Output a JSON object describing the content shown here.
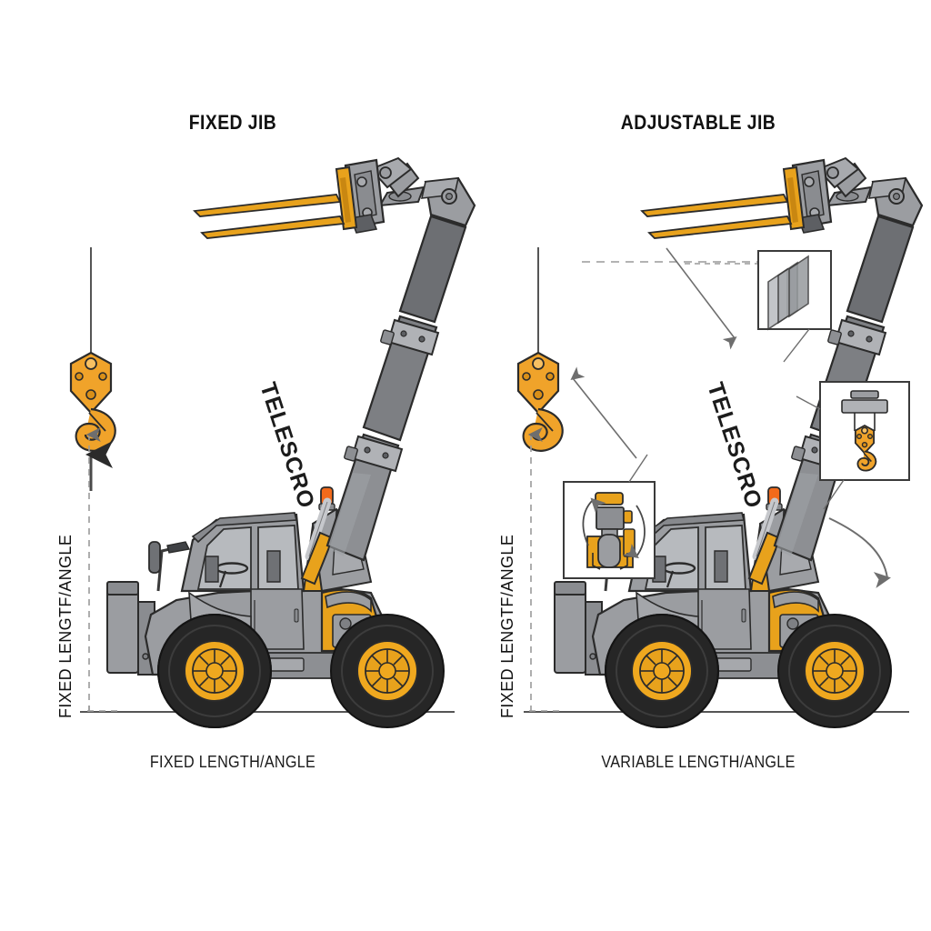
{
  "diagram": {
    "background": "#ffffff",
    "ground_line_color": "#555555",
    "panels": [
      {
        "id": "fixed-jib",
        "title": "FIXED JIB",
        "caption": "FIXED LENGTH/ANGLE",
        "vertical_label": "FIXED LENGTF/ANGLE",
        "boom_label": "TELESCRO",
        "callouts": [],
        "arrows": [
          "dimension-arrow-up",
          "hook-up-arrow"
        ]
      },
      {
        "id": "adjustable-jib",
        "title": "ADJUSTABLE JIB",
        "caption": "VARIABLE LENGTH/ANGLE",
        "vertical_label": "FIXED LENGTF/ANGLE",
        "boom_label": "TELESCRO",
        "callouts": [
          {
            "name": "telescopic-sections-detail",
            "content": "three overlapping translucent plates"
          },
          {
            "name": "hook-block-detail",
            "content": "hook block with crossbar and cables"
          },
          {
            "name": "pivot-mechanism-detail",
            "content": "rotating pivot with two curved arrows"
          }
        ],
        "arrows": [
          "dimension-arrow-up",
          "boom-extend-arrow-down",
          "boom-retract-arrow-up",
          "boom-angle-sweep-arrow"
        ]
      }
    ],
    "colors": {
      "machine_body_grey": "#9b9da1",
      "machine_body_grey_dark": "#7e8084",
      "machine_outline": "#2b2b2b",
      "glass_grey": "#b9bcc0",
      "accent_amber": "#e8a21c",
      "accent_amber_dark": "#c98711",
      "boom_grey": "#8d8f93",
      "boom_grey_dark": "#5e6064",
      "tire_black": "#262626",
      "hub_amber": "#efa81f",
      "hook_orange": "#f0a32a",
      "beacon_orange": "#f26a1b",
      "callout_border": "#3a3a3a",
      "leader_line": "#6e6e6e",
      "dashed_guide": "#9a9a9a"
    }
  }
}
